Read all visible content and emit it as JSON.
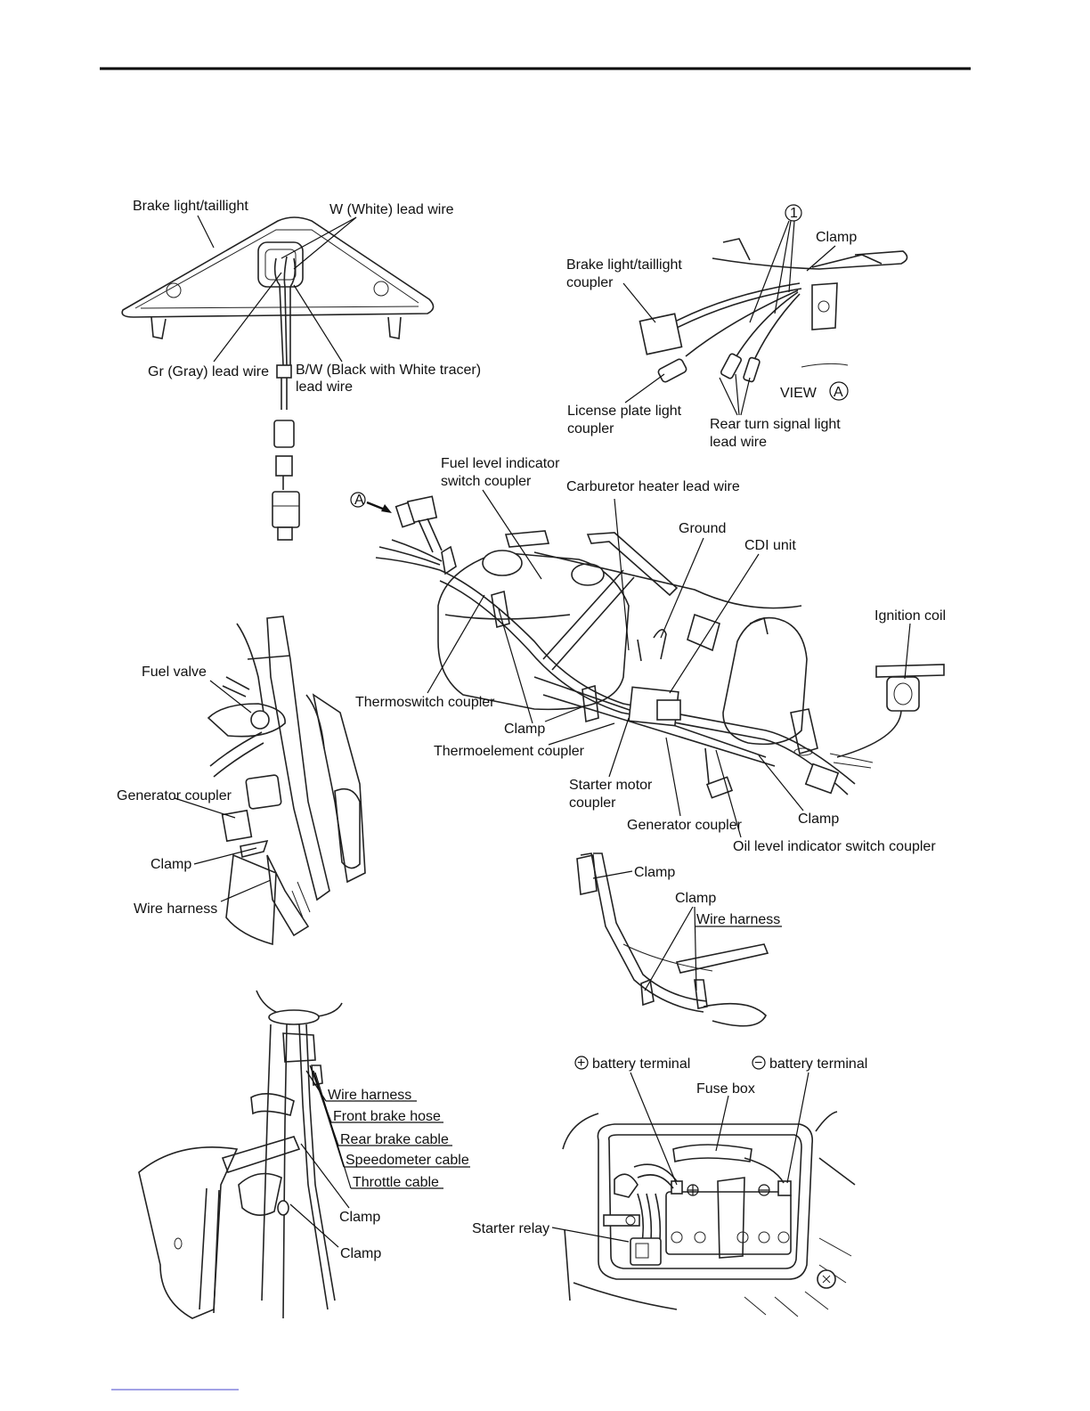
{
  "panels": {
    "taillight": {
      "labels": [
        "Brake light/taillight",
        "W (White) lead wire",
        "Gr (Gray) lead wire",
        "B/W (Black with White tracer)",
        "lead wire"
      ]
    },
    "view_a": {
      "marker": "1",
      "labels": [
        "Clamp",
        "Brake light/taillight",
        "coupler",
        "License plate light",
        "coupler",
        "Rear turn signal light",
        "lead wire",
        "VIEW",
        "A"
      ]
    },
    "frame": {
      "arrow_marker": "A",
      "labels": [
        "Fuel level indicator",
        "switch coupler",
        "Carburetor heater lead wire",
        "Ground",
        "CDI unit",
        "Ignition coil",
        "Thermoswitch coupler",
        "Clamp",
        "Thermoelement coupler",
        "Starter motor",
        "coupler",
        "Generator coupler",
        "Clamp",
        "Oil level indicator switch coupler"
      ]
    },
    "fuel_valve": {
      "labels": [
        "Fuel valve",
        "Generator coupler",
        "Clamp",
        "Wire harness"
      ]
    },
    "rear_clamp": {
      "labels": [
        "Clamp",
        "Clamp",
        "Wire harness"
      ]
    },
    "front_fork": {
      "labels": [
        "Wire harness",
        "Front brake hose",
        "Rear brake cable",
        "Speedometer cable",
        "Throttle cable",
        "Clamp",
        "Clamp"
      ]
    },
    "battery": {
      "plus_symbol": "+",
      "minus_symbol": "−",
      "labels": [
        "battery terminal",
        "battery terminal",
        "Fuse box",
        "Starter relay"
      ]
    }
  }
}
